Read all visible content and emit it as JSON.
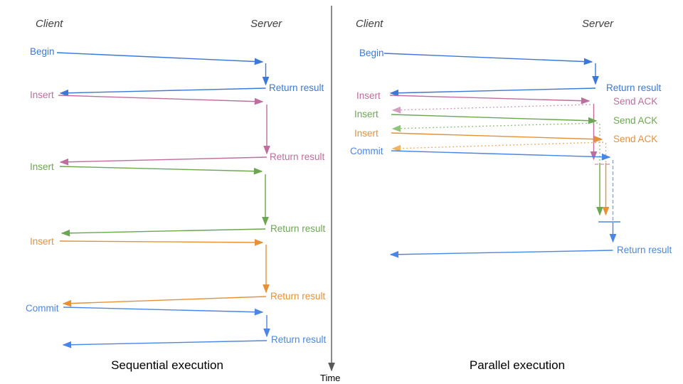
{
  "time_axis": {
    "label": "Time"
  },
  "colors": {
    "blue": "#3c78d8",
    "commit_blue": "#4a86e8",
    "pink": "#c06c9e",
    "green": "#6aa84f",
    "orange": "#e69138",
    "pink_light": "#d5a0bf",
    "green_light": "#93c47d",
    "orange_light": "#f2b166",
    "blue_light": "#7da7e8",
    "axis_gray": "#595959",
    "header_gray": "#404040"
  },
  "sequential": {
    "title": "Sequential execution",
    "lifelines": [
      "Client",
      "Server"
    ],
    "calls": [
      {
        "label": "Begin",
        "response": "Return result"
      },
      {
        "label": "Insert",
        "response": "Return result"
      },
      {
        "label": "Insert",
        "response": "Return result"
      },
      {
        "label": "Insert",
        "response": "Return result"
      },
      {
        "label": "Commit",
        "response": "Return result"
      }
    ]
  },
  "parallel": {
    "title": "Parallel execution",
    "lifelines": [
      "Client",
      "Server"
    ],
    "calls": [
      {
        "label": "Begin",
        "response": "Return result"
      },
      {
        "label": "Insert",
        "response": "Send ACK"
      },
      {
        "label": "Insert",
        "response": "Send ACK"
      },
      {
        "label": "Insert",
        "response": "Send ACK"
      },
      {
        "label": "Commit",
        "response": "Return result"
      }
    ]
  }
}
